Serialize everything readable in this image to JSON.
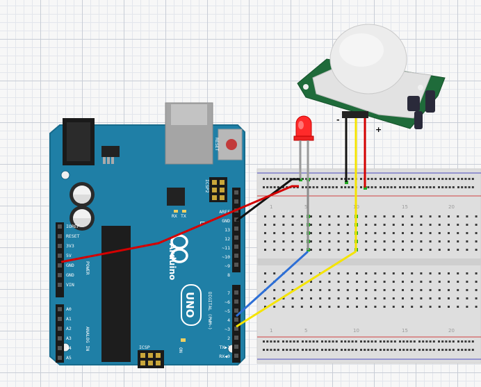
{
  "arduino": {
    "brand": "Arduino",
    "model": "UNO",
    "reset_label": "RESET",
    "icsp2_label": "ICSP2",
    "icsp_label": "ICSP",
    "tx_label": "TX",
    "rx_label": "RX",
    "l_label": "L",
    "on_label": "ON",
    "power_label": "POWER",
    "analog_label": "ANALOG IN",
    "digital_label": "DIGITAL (PWM~)",
    "power_pins": [
      "IOREF",
      "RESET",
      "3V3",
      "5V",
      "GND",
      "GND",
      "VIN"
    ],
    "analog_pins": [
      "A0",
      "A1",
      "A2",
      "A3",
      "A4",
      "A5"
    ],
    "digital_top": [
      "AREF",
      "GND",
      "13",
      "12",
      "~11",
      "~10",
      "~9",
      "8"
    ],
    "digital_bottom": [
      "7",
      "~6",
      "~5",
      "4",
      "~3",
      "2",
      "TX▶1",
      "RX◀0"
    ]
  },
  "breadboard": {
    "column_labels": [
      "1",
      "5",
      "10",
      "15",
      "20"
    ]
  },
  "pir": {
    "minus_label": "-",
    "plus_label": "+"
  },
  "colors": {
    "board": "#1f7fa6",
    "wire_red": "#d40000",
    "wire_black": "#111111",
    "wire_yellow": "#f5e400",
    "wire_blue": "#2d6fd6",
    "wire_grey": "#8c8c8c",
    "led": "#ff2a2a",
    "pcb_green": "#1f6b3a"
  }
}
